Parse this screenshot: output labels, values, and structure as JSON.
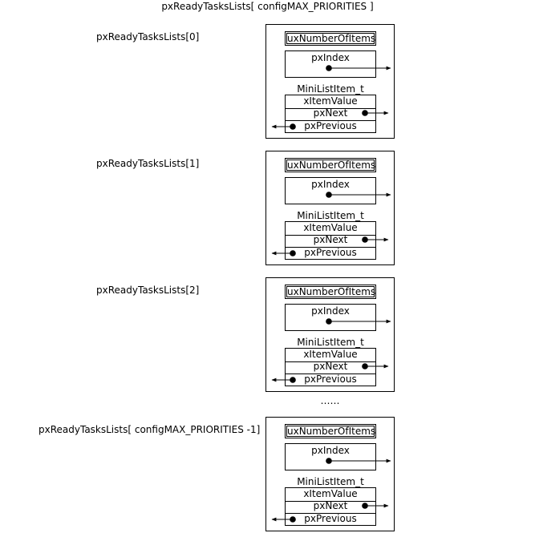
{
  "title": "pxReadyTasksLists[ configMAX_PRIORITIES ]",
  "ellipsis": "……",
  "lists": [
    {
      "label": "pxReadyTasksLists[0]"
    },
    {
      "label": "pxReadyTasksLists[1]"
    },
    {
      "label": "pxReadyTasksLists[2]"
    },
    {
      "label": "pxReadyTasksLists[ configMAX_PRIORITIES -1]"
    }
  ],
  "fields": {
    "number_of_items": "uxNumberOfItems",
    "index": "pxIndex",
    "mini_list_item": "MiniListItem_t",
    "item_value": "xItemValue",
    "next": "pxNext",
    "previous": "pxPrevious"
  }
}
